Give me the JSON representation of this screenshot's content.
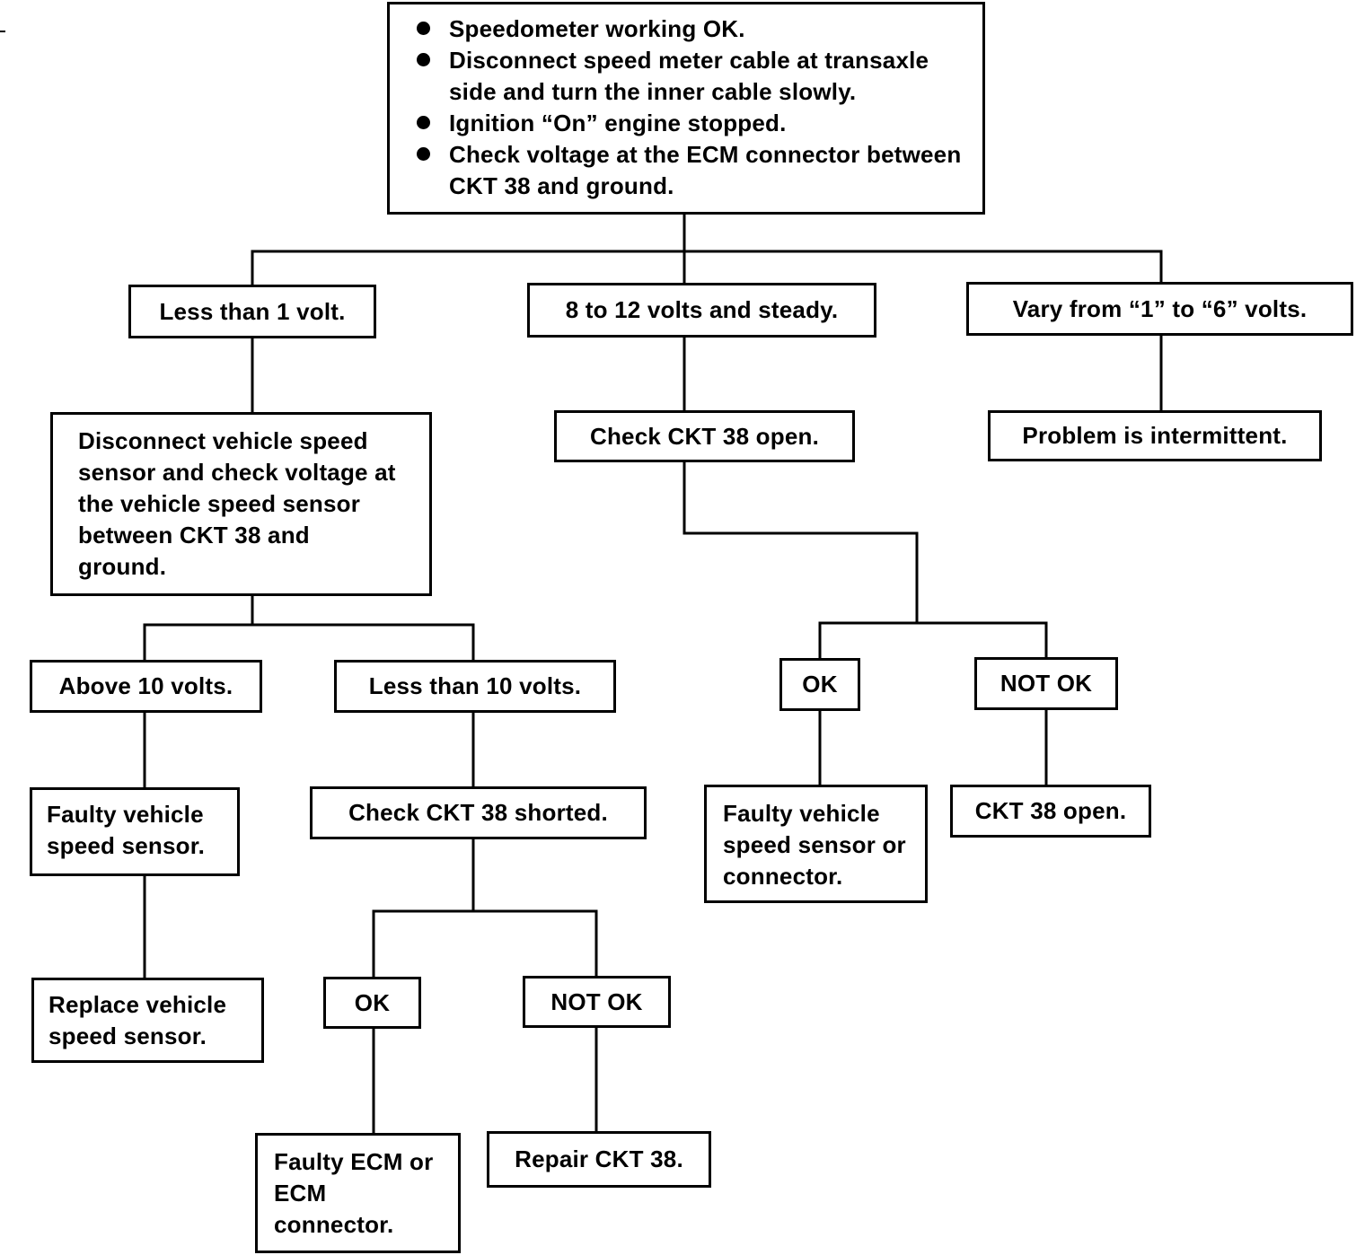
{
  "diagram": {
    "root": {
      "items": [
        "Speedometer working OK.",
        "Disconnect speed meter cable at transaxle side and turn the inner cable slowly.",
        "Ignition “On” engine stopped.",
        "Check voltage at the ECM connector between CKT 38 and ground."
      ]
    },
    "branches": {
      "less_than_1v": "Less than 1 volt.",
      "steady_8_12v": "8 to 12 volts and steady.",
      "vary_1_6v": "Vary from “1” to “6” volts."
    },
    "disconnect_sensor": "Disconnect vehicle speed\nsensor and check voltage at\nthe vehicle speed sensor\nbetween CKT 38 and\nground.",
    "above_10v": "Above 10 volts.",
    "less_than_10v": "Less than 10 volts.",
    "faulty_sensor": "Faulty vehicle\nspeed sensor.",
    "replace_sensor": "Replace vehicle\nspeed sensor.",
    "check_shorted": "Check CKT 38 shorted.",
    "shorted_ok": "OK",
    "shorted_not_ok": "NOT OK",
    "faulty_ecm": "Faulty ECM or\nECM\nconnector.",
    "repair_ckt": "Repair CKT 38.",
    "check_open": "Check CKT 38 open.",
    "open_ok": "OK",
    "open_not_ok": "NOT OK",
    "faulty_sensor_connector": "Faulty vehicle\nspeed sensor or\nconnector.",
    "ckt_open": "CKT 38 open.",
    "intermittent": "Problem is intermittent."
  }
}
